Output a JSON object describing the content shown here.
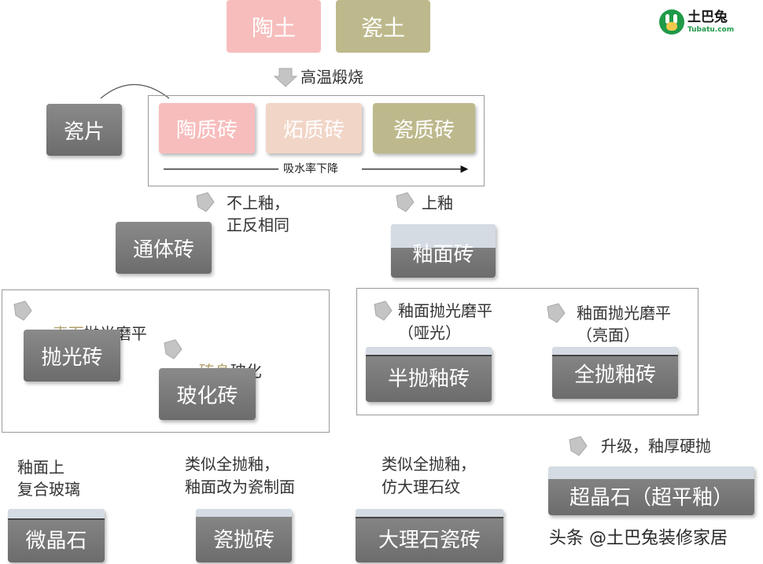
{
  "logo": {
    "name": "土巴兔",
    "url_text": "Tubatu.com"
  },
  "top": {
    "clay": "陶土",
    "porcelain_clay": "瓷土",
    "fire_label": "高温煅烧"
  },
  "tile_types": {
    "ceramic": "陶质砖",
    "stoneware": "炻质砖",
    "porcelain": "瓷质砖",
    "absorb_label": "吸水率下降"
  },
  "chip": "瓷片",
  "left_branch": {
    "condition_line1": "不上釉，",
    "condition_line2": "正反相同",
    "through_body": "通体砖"
  },
  "right_branch": {
    "condition": "上釉",
    "glazed": "釉面砖"
  },
  "left_group": {
    "polish_prefix": "表面",
    "polish_suffix": "抛光磨平",
    "polished": "抛光砖",
    "vitrify_prefix": "砖身",
    "vitrify_suffix": "玻化",
    "vitrified": "玻化砖"
  },
  "right_group": {
    "half_line1": "釉面抛光磨平",
    "half_line2": "（哑光）",
    "half_polished": "半抛釉砖",
    "full_line1": "釉面抛光磨平",
    "full_line2": "（亮面）",
    "full_polished": "全抛釉砖"
  },
  "bottom": {
    "micro_line1": "釉面上",
    "micro_line2": "复合玻璃",
    "micro": "微晶石",
    "porc_line1": "类似全抛釉，",
    "porc_line2": "釉面改为瓷制面",
    "porc_polished": "瓷抛砖",
    "marble_line1": "类似全抛釉，",
    "marble_line2": "仿大理石纹",
    "marble": "大理石瓷砖",
    "super_label": "升级，釉厚硬抛",
    "super": "超晶石（超平釉）"
  },
  "watermark": "头条 @土巴兔装修家居",
  "colors": {
    "clay": "#f7bdbd",
    "porcelain_clay": "#beb98c",
    "stoneware": "#f1d5c7",
    "gray": "#7a7a7a"
  }
}
